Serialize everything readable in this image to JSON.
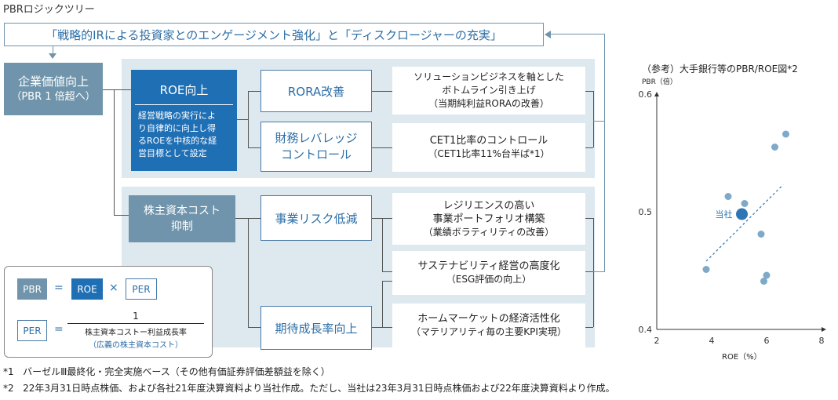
{
  "title": "PBRロジックツリー",
  "banner": "「戦略的IRによる投資家とのエンゲージメント強化」と「ディスクロージャーの充実」",
  "root": {
    "line1": "企業価値向上",
    "line2": "（PBR 1 倍超へ）"
  },
  "roe": {
    "title": "ROE向上",
    "desc": [
      "経営戦略の実行によ",
      "り自律的に向上し得",
      "るROEを中核的な経",
      "営目標として設定"
    ]
  },
  "rora": "RORA改善",
  "leverage": [
    "財務レバレッジ",
    "コントロール"
  ],
  "cost": [
    "株主資本コスト",
    "抑制"
  ],
  "risk": "事業リスク低減",
  "growth": "期待成長率向上",
  "text_boxes": {
    "solution": [
      "ソリューションビジネスを軸とした",
      "ボトムライン引き上げ",
      "（当期純利益RORAの改善）"
    ],
    "cet1": [
      "CET1比率のコントロール",
      "（CET1比率11%台半ば*1）"
    ],
    "resilience": [
      "レジリエンスの高い",
      "事業ポートフォリオ構築",
      "（業績ボラティリティの改善）"
    ],
    "sustain": [
      "サステナビリティ経営の高度化",
      "（ESG評価の向上）"
    ],
    "home": [
      "ホームマーケットの経済活性化",
      "（マテリアリティ毎の主要KPI実現）"
    ]
  },
  "formula": {
    "pbr": "PBR",
    "eq": "=",
    "roe": "ROE",
    "times": "×",
    "per": "PER",
    "per2": "PER",
    "eq2": "=",
    "num": "1",
    "den": "株主資本コストー利益成長率",
    "note": "（広義の株主資本コスト）"
  },
  "chart_title": "（参考）大手銀行等のPBR/ROE図*2",
  "chart_data": {
    "type": "scatter",
    "ylabel": "PBR（倍）",
    "xlabel": "ROE（%）",
    "xlim": [
      2,
      8
    ],
    "ylim": [
      0.4,
      0.6
    ],
    "xticks": [
      "2",
      "4",
      "6",
      "8"
    ],
    "yticks": [
      "0.6",
      "0.5",
      "0.4"
    ],
    "points": [
      {
        "x": 6.7,
        "y": 0.566
      },
      {
        "x": 6.3,
        "y": 0.555
      },
      {
        "x": 4.6,
        "y": 0.513
      },
      {
        "x": 5.2,
        "y": 0.507
      },
      {
        "x": 5.8,
        "y": 0.481
      },
      {
        "x": 3.8,
        "y": 0.451
      },
      {
        "x": 6.0,
        "y": 0.446
      },
      {
        "x": 5.9,
        "y": 0.441
      }
    ],
    "highlight": {
      "x": 5.1,
      "y": 0.498,
      "label": "当社"
    },
    "trend": {
      "x1": 3.8,
      "y1": 0.458,
      "x2": 6.6,
      "y2": 0.523
    },
    "colors": {
      "point": "#7ea9c8",
      "highlight": "#2e75b6",
      "trend": "#2e75b6"
    }
  },
  "footnotes": [
    {
      "mark": "*1",
      "text": "バーゼルⅢ最終化・完全実施ベース（その他有価証券評価差額益を除く）"
    },
    {
      "mark": "*2",
      "text": "22年3月31日時点株価、および各社21年度決算資料より当社作成。ただし、当社は23年3月31日時点株価および22年度決算資料より作成。"
    }
  ]
}
